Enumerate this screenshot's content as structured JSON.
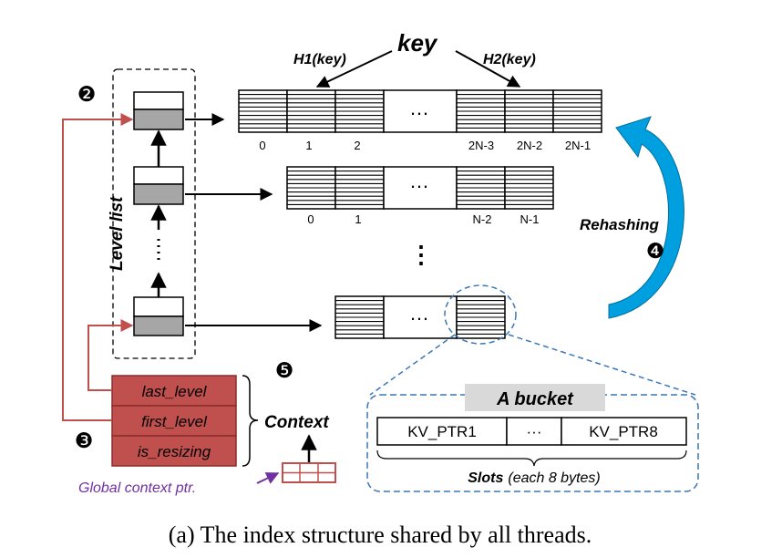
{
  "diagram": {
    "key_label": "key",
    "hash1_label": "H1(key)",
    "hash2_label": "H2(key)",
    "level_list_label": "Level list",
    "top_array_indices": [
      "0",
      "1",
      "2",
      "2N-3",
      "2N-2",
      "2N-1"
    ],
    "mid_array_indices": [
      "0",
      "1",
      "N-2",
      "N-1"
    ],
    "array_gap": "…",
    "vertical_ellipsis": "⋮",
    "rehashing_label": "Rehashing",
    "context_label": "Context",
    "context_fields": [
      "last_level",
      "first_level",
      "is_resizing"
    ],
    "global_ptr_label": "Global context ptr.",
    "bucket_title": "A bucket",
    "bucket_slots": [
      "KV_PTR1",
      "···",
      "KV_PTR8"
    ],
    "slots_label": "Slots",
    "slots_note": "(each 8 bytes)",
    "badges": [
      "❷",
      "❸",
      "❹",
      "❺"
    ],
    "caption": "(a) The index structure shared by all threads.",
    "colors": {
      "context_fill": "#C0504D",
      "context_stroke": "#8B2E2B",
      "pointer_arrow": "#C0504D",
      "rehash_arrow": "#00A0E0",
      "bucket_dash": "#3A76B8",
      "global_ptr": "#7030A0",
      "level_fill": "#A6A6A6",
      "bucket_title_bg": "#D9D9D9"
    }
  }
}
